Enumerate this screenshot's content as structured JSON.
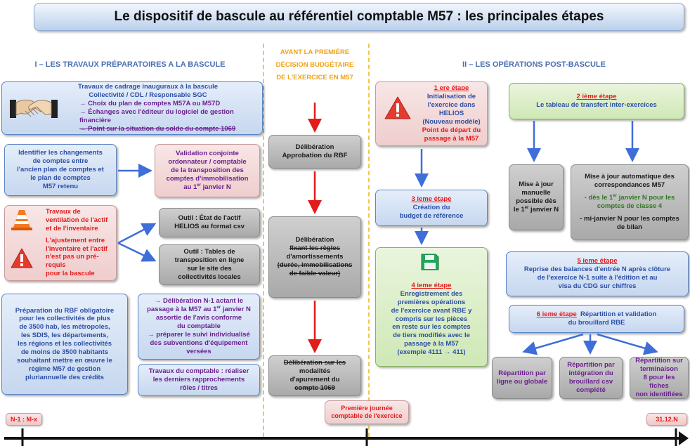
{
  "title": "Le dispositif de bascule au référentiel comptable M57 : les principales étapes",
  "sections": {
    "left_title": "I – LES TRAVAUX PRÉPARATOIRES A LA BASCULE",
    "middle_title": [
      "AVANT LA PREMIÈRE",
      "DÉCISION BUDGÉTAIRE",
      "DE L'EXERCICE EN M57"
    ],
    "right_title": "II – LES OPÉRATIONS POST-BASCULE"
  },
  "left": {
    "cadrage": {
      "l1": "Travaux de cadrage inauguraux à la bascule",
      "l2": "Collectivité / CDL / Responsable SGC",
      "l3": "→ Choix du plan de comptes M57A ou M57D",
      "l4": "→ Échanges avec l'éditeur du logiciel de gestion financière",
      "l5": "→ Point sur la situation du solde du compte 1069"
    },
    "identifier": [
      "Identifier les changements",
      "de comptes entre",
      "l'ancien plan de comptes et",
      "le plan de comptes",
      "M57 retenu"
    ],
    "validation": {
      "l1": "Validation conjointe",
      "l2": "ordonnateur / comptable",
      "l3": "de la transposition des",
      "l4": "comptes d'immobilisation",
      "l5a": "au 1",
      "l5sup": "er",
      "l5b": " janvier N"
    },
    "ventilation": {
      "l1": "Travaux de",
      "l2": "ventilation de l'actif",
      "l3": "et de l'inventaire"
    },
    "ajustement": [
      "L'ajustement entre",
      "l'inventaire et l'actif",
      "n'est pas un pré-requis",
      "pour la bascule"
    ],
    "outil1": [
      "Outil : État de l'actif",
      "HELIOS au format csv"
    ],
    "outil2": [
      "Outil : Tables de",
      "transposition en ligne",
      "sur le site des",
      "collectivités locales"
    ],
    "rbf": [
      "Préparation du RBF obligatoire",
      "pour les collectivités de plus",
      "de 3500 hab, les métropoles,",
      "les SDIS, les départements,",
      "les régions et les collectivités",
      "de moins de 3500 habitants",
      "souhaitant mettre en œuvre le",
      "régime M57 de gestion",
      "pluriannuelle des crédits"
    ],
    "deliberation_n1": {
      "l1": "→ Délibération N-1 actant le",
      "l2a": "passage à la M57 au 1",
      "l2sup": "er",
      "l2b": " janvier N",
      "l3": "assortie de l'avis conforme",
      "l4": "du comptable",
      "l5": "→ préparer le suivi individualisé",
      "l6": "des subventions d'équipement",
      "l7": "versées"
    },
    "travaux_comptable": [
      "Travaux du comptable : réaliser",
      "les derniers rapprochements",
      "rôles / titres"
    ]
  },
  "middle": {
    "box1": [
      "Délibération",
      "Approbation du RBF"
    ],
    "box2": [
      "Délibération",
      "fixant les règles",
      "d'amortissements",
      "(durée, immobilisations",
      "de faible valeur)"
    ],
    "box3": [
      "Délibération sur les",
      "modalités",
      "d'apurement du",
      "compte 1069"
    ],
    "premiere_journee": [
      "Première journée",
      "comptable de l'exercice"
    ]
  },
  "right": {
    "etape1": {
      "label": "1 ere étape",
      "l1": "Initialisation de",
      "l2": "l'exercice dans HELIOS",
      "l3": "(Nouveau modèle)",
      "l4": "Point de départ du",
      "l5": "passage à la M57"
    },
    "etape2": {
      "label": "2 ième étape",
      "text": "Le tableau de transfert inter-exercices"
    },
    "etape3": {
      "label": "3 ieme étape",
      "l1": "Création du",
      "l2": "budget de référence"
    },
    "etape4": {
      "label": "4 ieme étape",
      "text": [
        "Enregistrement des",
        "premières opérations",
        "de l'exercice avant RBE y",
        "compris sur les pièces",
        "en reste sur les comptes",
        "de tiers modifiés avec le",
        "passage à la M57",
        "(exemple 4111 → 411)"
      ]
    },
    "manuelle": {
      "l1": "Mise à jour",
      "l2": "manuelle",
      "l3": "possible dès",
      "l4a": "le 1",
      "l4sup": "er",
      "l4b": " janvier N"
    },
    "automatique": {
      "l1": "Mise à jour automatique des",
      "l2": "correspondances M57",
      "l3a": "- dès le 1",
      "l3sup": "er",
      "l3b": " janvier N pour les",
      "l4": "comptes de classe 4",
      "l5": "- mi-janvier N pour les comptes",
      "l6": "de bilan"
    },
    "etape5": {
      "label": "5 ieme étape",
      "l1": "Reprise des balances d'entrée N après clôture",
      "l2": "de l'exercice N-1 suite à l'édition et au",
      "l3": "visa du CDG sur chiffres"
    },
    "etape6": {
      "label": "6 ieme étape",
      "l1": "Répartition et validation",
      "l2": "du brouillard RBE"
    },
    "rep1": [
      "Répartition par",
      "ligne ou globale"
    ],
    "rep2": [
      "Répartition par",
      "intégration du",
      "brouillard csv",
      "complété"
    ],
    "rep3": [
      "Répartition sur",
      "terminaison",
      "8 pour les fiches",
      "non identifiées"
    ]
  },
  "timeline": {
    "start": "N-1 : M-x",
    "end": "31.12.N"
  },
  "colors": {
    "accent_blue": "#2b4ea6",
    "purple": "#6b1f8f",
    "red": "#e21b1b",
    "title_blue": "#4a6fb2"
  },
  "icons": [
    "handshake-icon",
    "warning-icon",
    "traffic-cone-icon",
    "floppy-disk-icon"
  ]
}
